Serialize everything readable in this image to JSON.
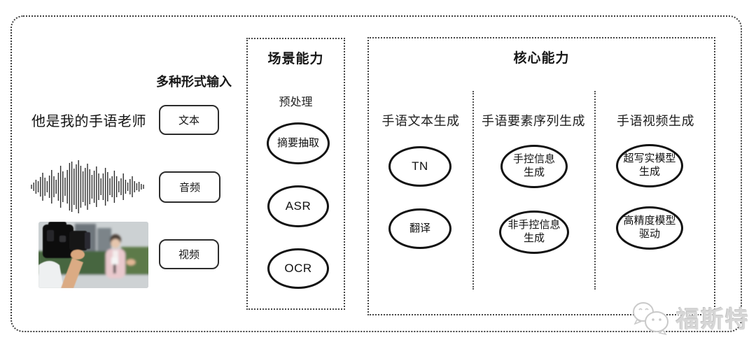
{
  "input": {
    "header": "多种形式输入",
    "text_sample": "他是我的手语老师",
    "labels": {
      "text": "文本",
      "audio": "音频",
      "video": "视频"
    }
  },
  "scene": {
    "title": "场景能力",
    "stage_label": "预处理",
    "ovals": {
      "summary": "摘要抽取",
      "asr": "ASR",
      "ocr": "OCR"
    }
  },
  "core": {
    "title": "核心能力",
    "columns": [
      {
        "header": "手语文本生成",
        "oval1": "TN",
        "oval2": "翻译"
      },
      {
        "header": "手语要素序列生成",
        "oval1": "手控信息\n生成",
        "oval2": "非手控信息\n生成"
      },
      {
        "header": "手语视频生成",
        "oval1": "超写实模型\n生成",
        "oval2": "高精度模型\n驱动"
      }
    ]
  },
  "watermark": {
    "brand": "福斯特"
  },
  "colors": {
    "frame": "#3f3f3f",
    "oval_border": "#121212",
    "watermark": "#d7d7d7"
  }
}
